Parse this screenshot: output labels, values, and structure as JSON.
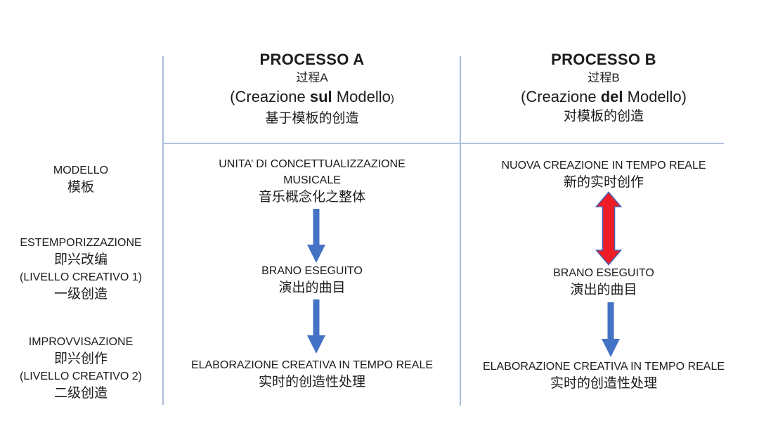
{
  "colors": {
    "divider_line": "#a9bbd9",
    "blue_arrow": "#4472c4",
    "red_arrow_fill": "#ee1c25",
    "red_arrow_stroke": "#4a5fae",
    "text": "#1c1c1c"
  },
  "columns": {
    "a": {
      "title": "PROCESSO A",
      "title_zh": "过程A",
      "subtitle_prefix": "(Creazione ",
      "subtitle_keyword": "sul",
      "subtitle_suffix": " Modello",
      "subtitle_close": ")",
      "subtitle_zh": "基于模板的创造",
      "nodes": [
        {
          "it1": "UNITA’ DI CONCETTUALIZZAZIONE",
          "it2": "MUSICALE",
          "zh": "音乐概念化之整体"
        },
        {
          "it1": "BRANO ESEGUITO",
          "zh": "演出的曲目"
        },
        {
          "it1": "ELABORAZIONE CREATIVA IN TEMPO REALE",
          "zh": "实时的创造性处理"
        }
      ]
    },
    "b": {
      "title": "PROCESSO B",
      "title_zh": "过程B",
      "subtitle_prefix": "(Creazione ",
      "subtitle_keyword": "del",
      "subtitle_suffix": " Modello",
      "subtitle_close": ")",
      "subtitle_zh": "对模板的创造",
      "nodes": [
        {
          "it1": "NUOVA CREAZIONE IN TEMPO REALE",
          "zh": "新的实时创作"
        },
        {
          "it1": "BRANO ESEGUITO",
          "zh": "演出的曲目"
        },
        {
          "it1": "ELABORAZIONE CREATIVA IN TEMPO REALE",
          "zh": "实时的创造性处理"
        }
      ]
    }
  },
  "row_labels": [
    {
      "lines": [
        "MODELLO",
        "模板"
      ]
    },
    {
      "lines": [
        "ESTEMPORIZZAZIONE",
        "即兴改编",
        "(LIVELLO CREATIVO 1)",
        "一级创造"
      ]
    },
    {
      "lines": [
        "IMPROVVISAZIONE",
        "即兴创作",
        "(LIVELLO CREATIVO  2)",
        "二级创造"
      ]
    }
  ]
}
